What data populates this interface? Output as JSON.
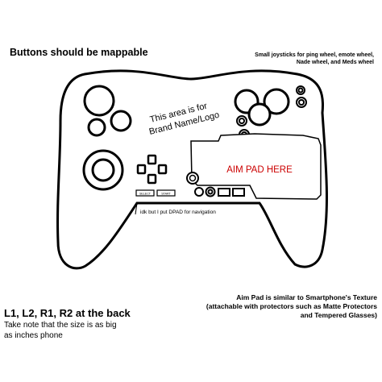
{
  "notes": {
    "top_left": "Buttons should be mappable",
    "top_right": "Small joysticks for ping wheel, emote wheel, Nade wheel, and Meds wheel",
    "bottom_left_title": "L1, L2, R1, R2 at the back",
    "bottom_left_sub": "Take note that the size is as big as inches phone",
    "bottom_right": "Aim Pad is similar to Smartphone's Texture (attachable with protectors such as Matte Protectors and Tempered Glasses)",
    "dpad_note": "idk but I put DPAD for navigation"
  },
  "controller": {
    "brand_line1": "This area is for",
    "brand_line2": "Brand Name/Logo",
    "aim_pad_label": "AIM PAD HERE",
    "select_label": "SELECT",
    "start_label": "START"
  },
  "colors": {
    "outline": "#000000",
    "aim_text": "#cc0000",
    "background": "#ffffff"
  }
}
